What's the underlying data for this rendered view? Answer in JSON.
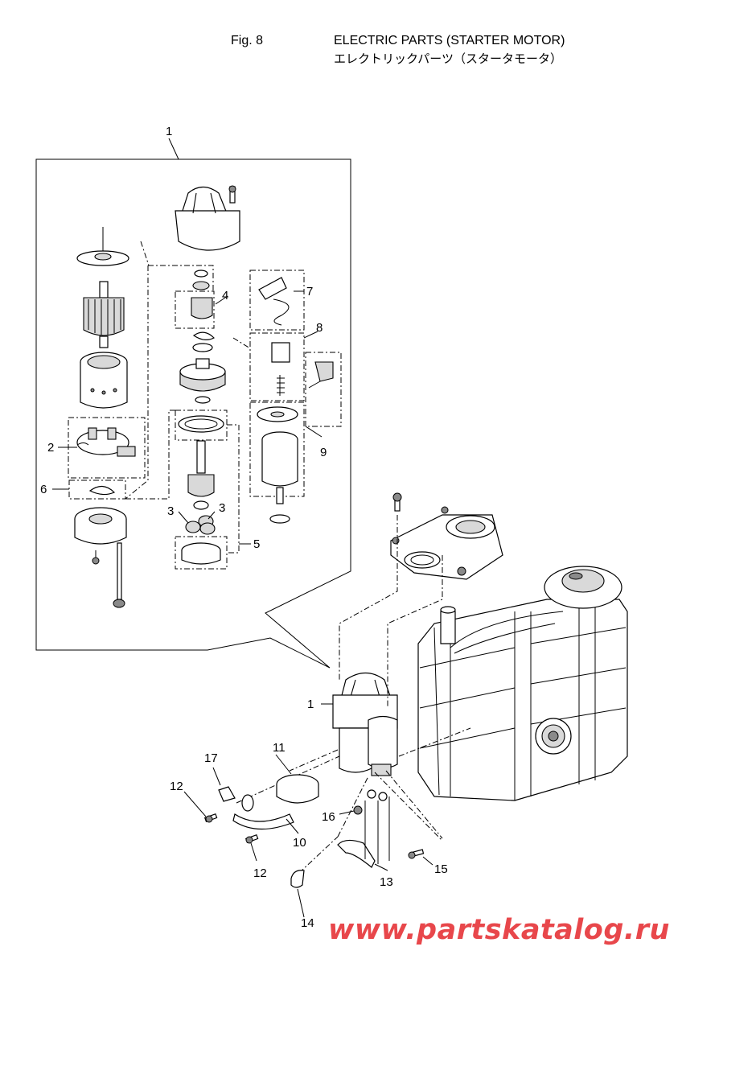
{
  "header": {
    "fig": "Fig. 8",
    "title_en": "ELECTRIC PARTS (STARTER MOTOR)",
    "title_jp": "エレクトリックパーツ（スタータモータ）"
  },
  "callouts": {
    "c1_top": "1",
    "c1_main": "1",
    "c2": "2",
    "c3a": "3",
    "c3b": "3",
    "c4": "4",
    "c5": "5",
    "c6": "6",
    "c7": "7",
    "c8": "8",
    "c9": "9",
    "c10": "10",
    "c11": "11",
    "c12a": "12",
    "c12b": "12",
    "c13": "13",
    "c14": "14",
    "c15": "15",
    "c16": "16",
    "c17": "17"
  },
  "watermark": "www.partskatalog.ru"
}
